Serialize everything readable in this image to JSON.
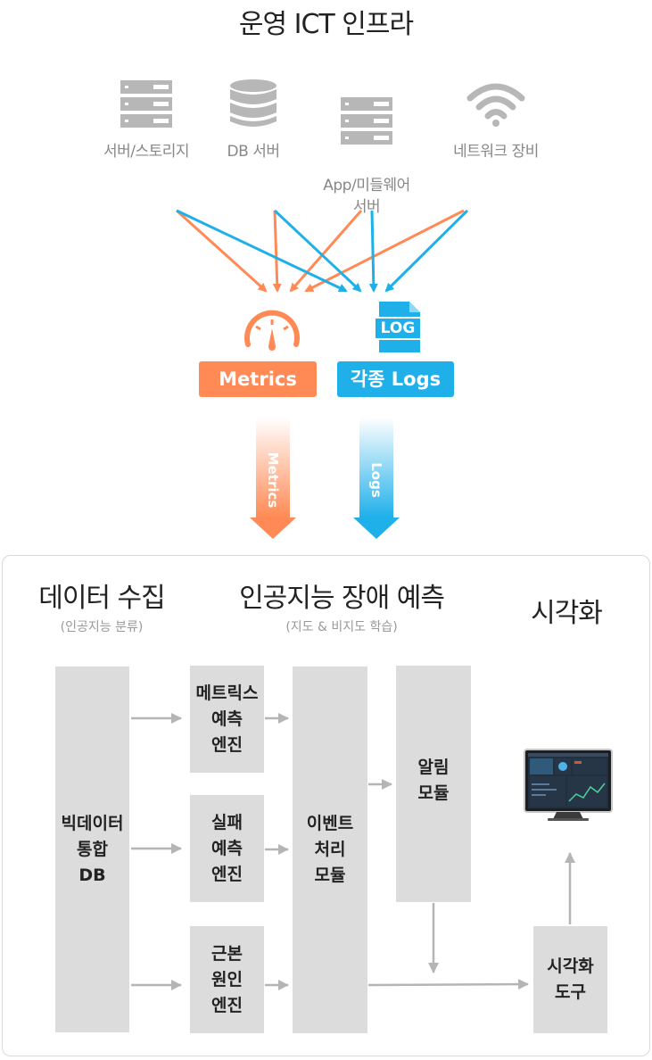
{
  "top": {
    "title": "운영 ICT 인프라"
  },
  "devices": [
    {
      "icon": "server-icon",
      "label": "서버/스토리지"
    },
    {
      "icon": "database-icon",
      "label": "DB 서버"
    },
    {
      "icon": "server-icon",
      "label": "App/미들웨어\n서버"
    },
    {
      "icon": "wifi-icon",
      "label": "네트워크 장비"
    }
  ],
  "collect": {
    "metrics_label": "Metrics",
    "logs_label": "각종 Logs",
    "log_icon_text": "LOG",
    "metrics_arrow_text": "Metrics",
    "logs_arrow_text": "Logs"
  },
  "sections": {
    "data": {
      "title": "데이터 수집",
      "sub": "(인공지능 분류)"
    },
    "ai": {
      "title": "인공지능 장애 예측",
      "sub": "(지도 & 비지도 학습)"
    },
    "viz": {
      "title": "시각화"
    }
  },
  "blocks": {
    "bigdata": "빅데이터\n통합\nDB",
    "metric_engine": "메트릭스\n예측\n엔진",
    "failure_engine": "실패\n예측\n엔진",
    "rootcause_engine": "근본\n원인\n엔진",
    "event_module": "이벤트\n처리\n모듈",
    "alarm_module": "알림\n모듈",
    "viz_tool": "시각화\n도구"
  },
  "colors": {
    "orange": "#ff8a55",
    "blue": "#1fb0ea",
    "gray_box": "#dcdcdc",
    "arrow_gray": "#b5b5b5",
    "icon_gray": "#b7b7b7"
  }
}
